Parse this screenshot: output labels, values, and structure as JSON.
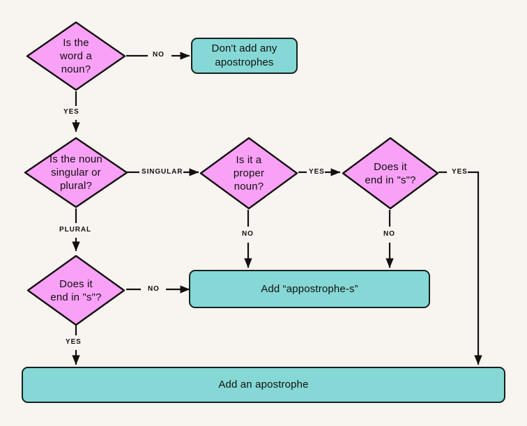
{
  "page": {
    "title": "Apostrophe usage decision flowchart",
    "background_color": "#F8F4EF",
    "decision_color": "#F9A0F7",
    "action_color": "#85D8D5",
    "line_color": "#12100F"
  },
  "nodes": {
    "is_noun": {
      "text": "Is the word a noun?",
      "lines": [
        "Is the",
        "word a",
        "noun?"
      ],
      "type": "decision"
    },
    "no_apostrophes": {
      "text": "Don't add any apostrophes",
      "lines": [
        "Don't add any",
        "apostrophes"
      ],
      "type": "action"
    },
    "singular_or_plural": {
      "text": "Is the noun singular or plural?",
      "lines": [
        "Is the noun",
        "singular or",
        "plural?"
      ],
      "type": "decision"
    },
    "proper_noun": {
      "text": "Is it a proper noun?",
      "lines": [
        "Is it a",
        "proper",
        "noun?"
      ],
      "type": "decision"
    },
    "ends_in_s_right": {
      "text": "Does it end in \"s\"?",
      "lines": [
        "Does it",
        "end in \"s\"?"
      ],
      "type": "decision"
    },
    "ends_in_s_left": {
      "text": "Does it end in \"s\"?",
      "lines": [
        "Does it",
        "end in \"s\"?"
      ],
      "type": "decision"
    },
    "add_apostrophe_s": {
      "text": "Add “appostrophe-s”",
      "type": "action"
    },
    "add_an_apostrophe": {
      "text": "Add an apostrophe",
      "type": "action"
    }
  },
  "edges": {
    "is_noun_no": "NO",
    "is_noun_yes": "YES",
    "singular": "SINGULAR",
    "plural": "PLURAL",
    "proper_noun_yes": "YES",
    "proper_noun_no": "NO",
    "ends_s_right_yes": "YES",
    "ends_s_right_no": "NO",
    "ends_s_left_no": "NO",
    "ends_s_left_yes": "YES"
  }
}
